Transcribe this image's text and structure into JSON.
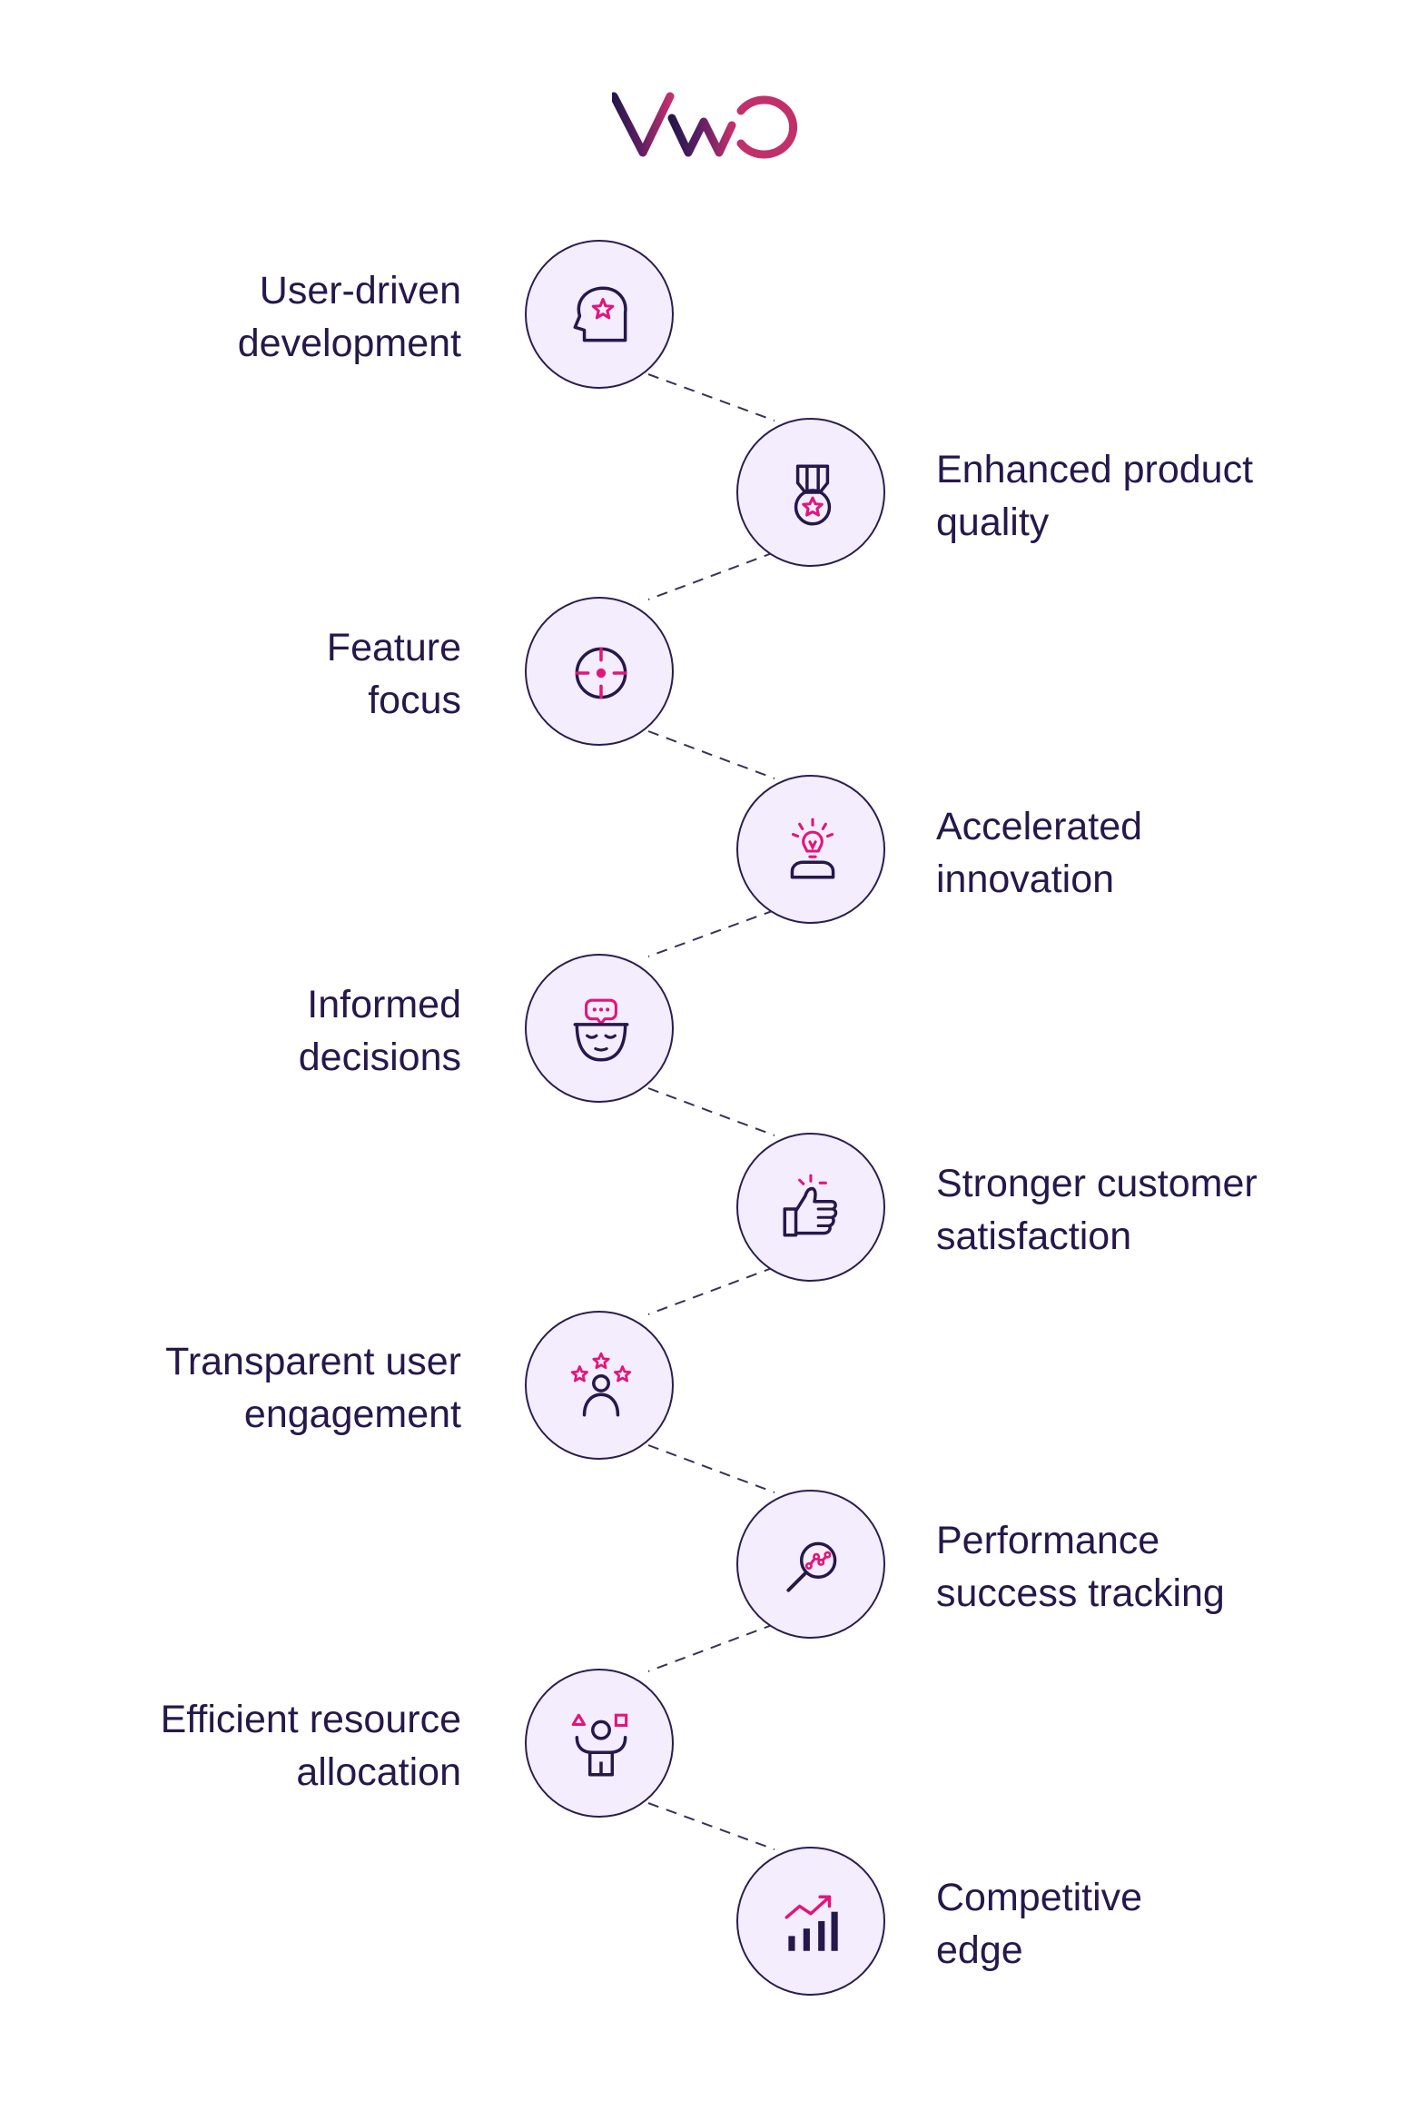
{
  "brand": {
    "logo_text": "VWO",
    "colors": {
      "dark": "#26184a",
      "accent": "#e2157b",
      "node_fill": "#f3edfd",
      "connector": "#3a3155"
    }
  },
  "benefits": [
    {
      "line1": "User-driven",
      "line2": "development",
      "icon": "head-star-icon"
    },
    {
      "line1": "Enhanced product",
      "line2": "quality",
      "icon": "medal-icon"
    },
    {
      "line1": "Feature",
      "line2": "focus",
      "icon": "target-icon"
    },
    {
      "line1": "Accelerated",
      "line2": "innovation",
      "icon": "lightbulb-person-icon"
    },
    {
      "line1": "Informed",
      "line2": "decisions",
      "icon": "thinking-face-icon"
    },
    {
      "line1": "Stronger customer",
      "line2": "satisfaction",
      "icon": "thumbs-up-icon"
    },
    {
      "line1": "Transparent user",
      "line2": "engagement",
      "icon": "user-stars-icon"
    },
    {
      "line1": "Performance",
      "line2": "success tracking",
      "icon": "magnifier-chart-icon"
    },
    {
      "line1": "Efficient resource",
      "line2": "allocation",
      "icon": "juggling-person-icon"
    },
    {
      "line1": "Competitive",
      "line2": "edge",
      "icon": "growth-chart-icon"
    }
  ]
}
